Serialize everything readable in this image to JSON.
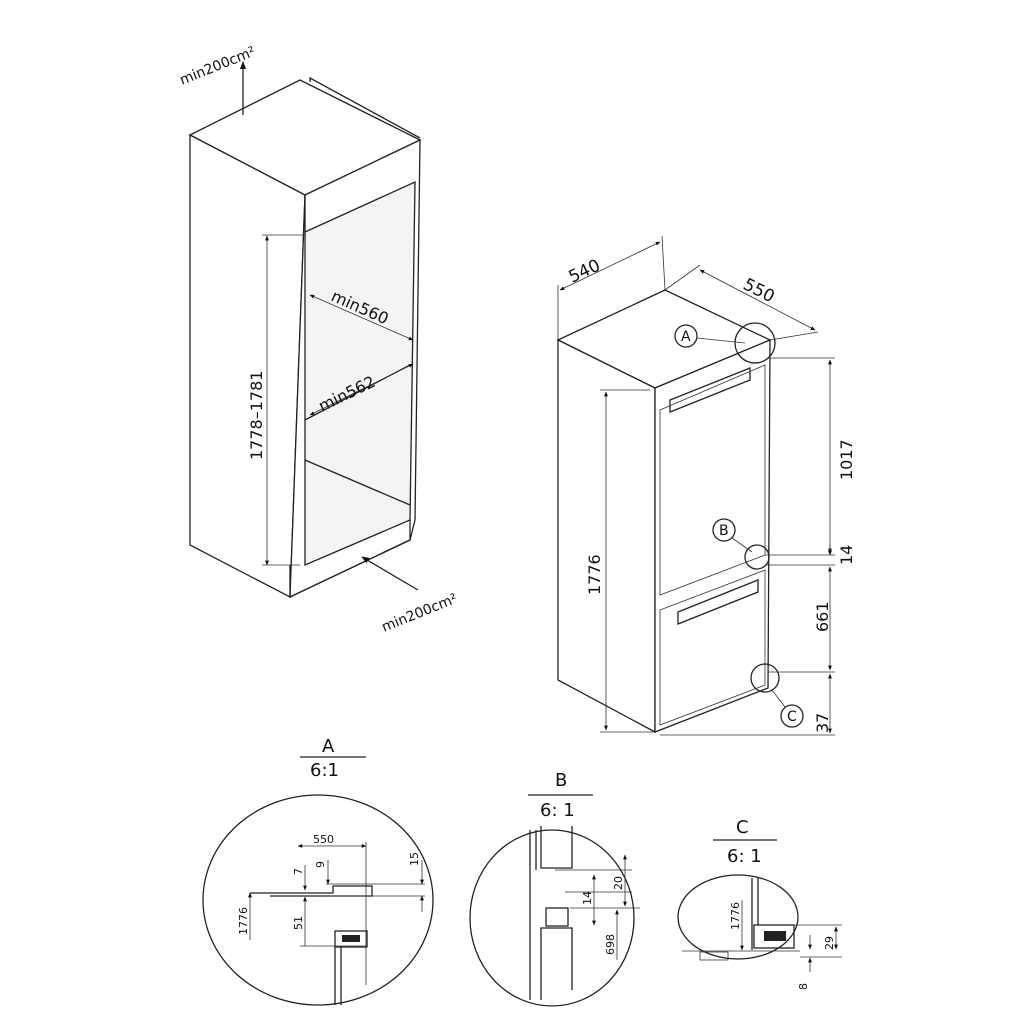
{
  "niche": {
    "vent_top": "min200cm²",
    "vent_bottom": "min200cm²",
    "height": "1778–1781",
    "width_top": "min560",
    "width_bottom": "min562"
  },
  "appliance": {
    "width": "540",
    "depth": "550",
    "height": "1776",
    "upper_section": "1017",
    "gap": "14",
    "lower_section": "661",
    "plinth": "37",
    "marker_a": "A",
    "marker_b": "B",
    "marker_c": "C"
  },
  "details": {
    "a": {
      "label": "A",
      "scale": "6:1",
      "dims": [
        "550",
        "7",
        "9",
        "15",
        "1776",
        "51"
      ]
    },
    "b": {
      "label": "B",
      "scale": "6: 1",
      "dims": [
        "20",
        "14",
        "698"
      ]
    },
    "c": {
      "label": "C",
      "scale": "6: 1",
      "dims": [
        "1776",
        "29",
        "8"
      ]
    }
  }
}
